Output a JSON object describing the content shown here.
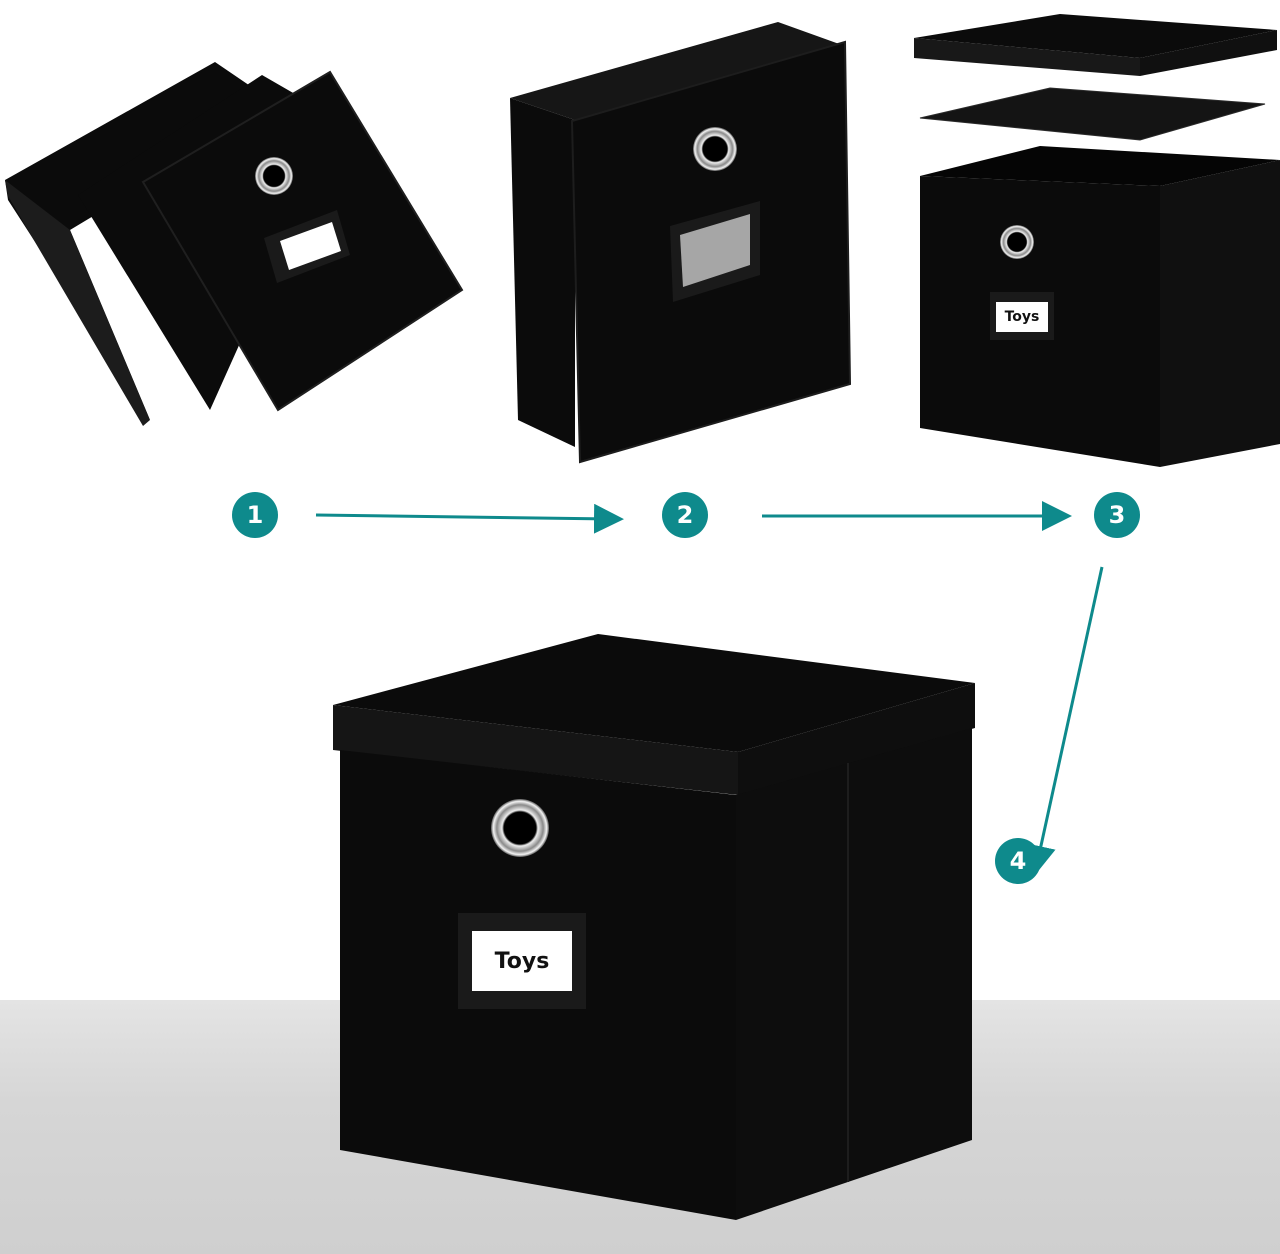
{
  "colors": {
    "accent": "#0e8a8c",
    "box": "#0b0b0b",
    "box_edge": "#1c1c1c",
    "label_bg": "#ffffff",
    "label_blank": "#a6a6a6"
  },
  "steps": [
    {
      "number": "1",
      "illustration": "folded-panels"
    },
    {
      "number": "2",
      "illustration": "unfolding-box"
    },
    {
      "number": "3",
      "illustration": "box-with-lid-and-insert"
    },
    {
      "number": "4",
      "illustration": "assembled-box"
    }
  ],
  "labels": {
    "small_box": "Toys",
    "large_box": "Toys"
  }
}
